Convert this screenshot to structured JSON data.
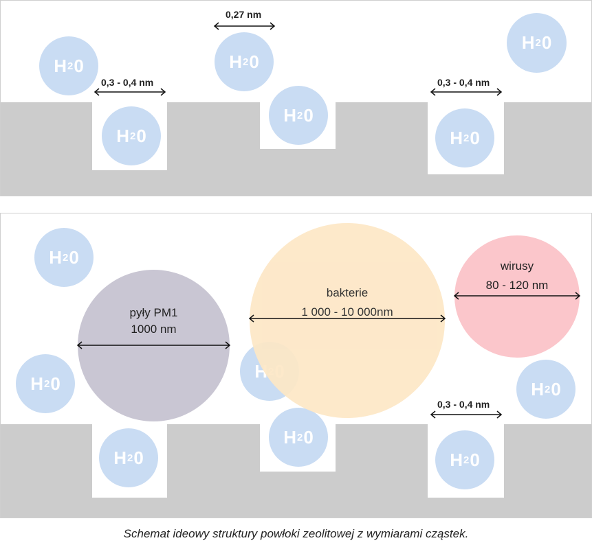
{
  "molecule": {
    "base": "H",
    "sub": "2",
    "tail": "0"
  },
  "top_panel": {
    "labels": {
      "left_pore": "0,3 - 0,4 nm",
      "molecule_size": "0,27 nm",
      "right_pore": "0,3 - 0,4 nm"
    }
  },
  "bottom_panel": {
    "pm1": {
      "name": "pyły PM1",
      "size": "1000 nm"
    },
    "bacteria": {
      "name": "bakterie",
      "size": "1 000 - 10 000nm"
    },
    "viruses": {
      "name": "wirusy",
      "size": "80 - 120 nm"
    },
    "labels": {
      "right_pore": "0,3 - 0,4 nm"
    }
  },
  "caption": "Schemat ideowy struktury powłoki zeolitowej z wymiarami cząstek.",
  "colors": {
    "molecule": "#c9dcf3",
    "ground": "#cccccc",
    "pm1": "#c9c6d3",
    "bacteria": "#fde7c6",
    "viruses": "#fbc6cb"
  }
}
